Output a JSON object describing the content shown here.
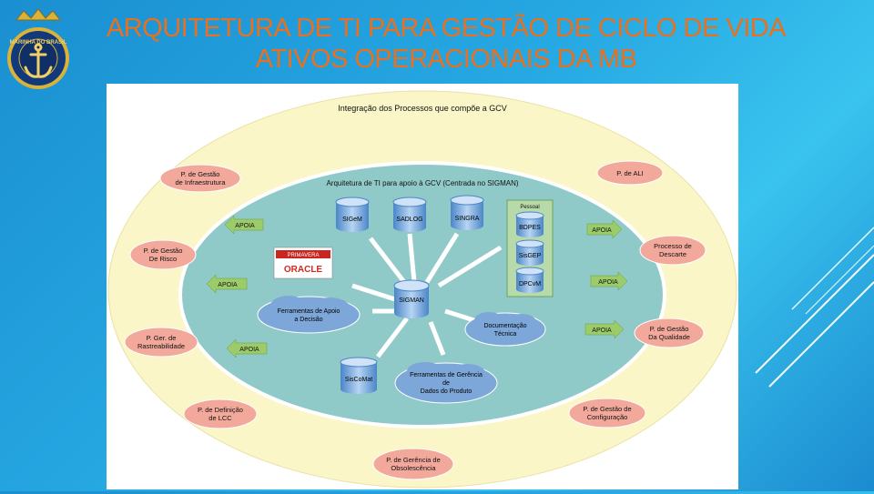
{
  "slide": {
    "title_line1": "ARQUITETURA DE TI PARA GESTÃO DE CICLO DE VIDA",
    "title_line2": "ATIVOS OPERACIONAIS DA MB",
    "colors": {
      "title": "#E8701F",
      "background": "#27A9E3",
      "outer_ring": "#FAF6C8",
      "inner_ellipse": "#8FCAC9"
    }
  },
  "emblem": {
    "text": "MARINHA DO BRASIL",
    "icon": "anchor-icon"
  },
  "diagram": {
    "outer_title": "Integração dos Processos que compõe a GCV",
    "inner_title": "Arquitetura de TI para apoio à GCV (Centrada no SIGMAN)",
    "processes": {
      "p1": [
        "P. de Gestão",
        "de Infraestrutura"
      ],
      "p2": [
        "P. de ALI"
      ],
      "p3": [
        "P. de Gestão",
        "De Risco"
      ],
      "p4": [
        "Processo de",
        "Descarte"
      ],
      "p5": [
        "P. Ger. de",
        "Rastreabilidade"
      ],
      "p6": [
        "P. de Gestão",
        "Da Qualidade"
      ],
      "p7": [
        "P. de Definição",
        "de LCC"
      ],
      "p8": [
        "P. de Gestão de",
        "Configuração"
      ],
      "p9": [
        "P. de Gerência de",
        "Obsolescência"
      ]
    },
    "apoia": "APOIA",
    "databases": {
      "sigem": "SIGeM",
      "sadlog": "SADLOG",
      "singra": "SINGRA",
      "sigman": "SIGMAN",
      "siscomat": "SisCoMat"
    },
    "pessoal": {
      "label": "Pessoal",
      "bdpes": "BDPES",
      "sisgep": "SisGEP",
      "dpcvm": "DPCvM"
    },
    "primavera": "PRIMAVERA",
    "oracle": "ORACLE",
    "clouds": {
      "ferramentas_apoio": [
        "Ferramentas de Apoio",
        "a Decisão"
      ],
      "documentacao": [
        "Documentação",
        "Técnica"
      ],
      "ferramentas_gerencia": [
        "Ferramentas de Gerência",
        "de",
        "Dados do Produto"
      ]
    }
  }
}
